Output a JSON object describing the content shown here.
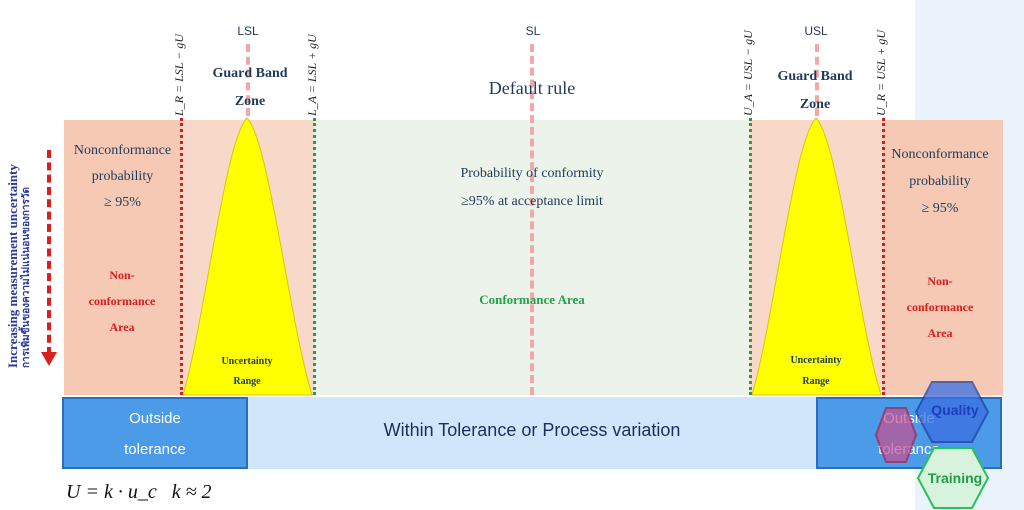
{
  "limits": {
    "lsl": "LSL",
    "sl": "SL",
    "usl": "USL",
    "lr_formula": "L_R = LSL − gU",
    "la_formula": "L_A = LSL + gU",
    "ua_formula": "U_A = USL − gU",
    "ur_formula": "U_R = USL + gU"
  },
  "guard_band": {
    "line1": "Guard Band",
    "line2": "Zone"
  },
  "default_rule": "Default rule",
  "nonconformance": {
    "prob_line1": "Nonconformance",
    "prob_line2": "probability",
    "prob_line3": "≥ 95%",
    "area_line1": "Non-",
    "area_line2": "conformance",
    "area_line3": "Area"
  },
  "conformity": {
    "line1": "Probability of conformity",
    "line2": "≥95% at acceptance limit",
    "area": "Conformance Area"
  },
  "uncertainty": {
    "line1": "Uncertainty",
    "line2": "Range"
  },
  "side_label": {
    "english": "Increasing measurement uncertainty",
    "thai": "การเพิ่มขึ้นของความไม่แน่นอนของการวัด"
  },
  "bottom": {
    "outside_line1": "Outside",
    "outside_line2": "tolerance",
    "within": "Within Tolerance or Process variation",
    "formula": "U = k · u_c   k ≈ 2"
  },
  "logo": {
    "quality": "Quality",
    "training": "Training",
    "colors": {
      "quality": "#3b6fe0",
      "training": "#29c05a",
      "center": "#c84f8f"
    }
  },
  "colors": {
    "nonconformance_zone": "#f5c9b4",
    "conformance_zone": "#ecf3ea",
    "uncertainty_fill": "#ffff00",
    "red_line": "#d2201d",
    "green_line": "#2b9a45"
  }
}
